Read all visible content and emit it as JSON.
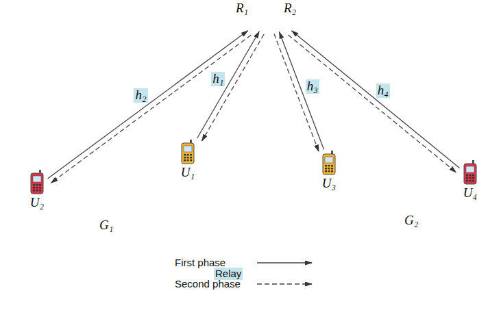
{
  "diagram": {
    "nodes": [
      {
        "text": [
          "R₁",
          "R₂"
        ]
      },
      {
        "text": [
          "G₁"
        ]
      },
      {
        "text": [
          "U₂"
        ],
        "in": 1
      },
      {
        "text": [
          "U₁"
        ],
        "in": 1
      },
      {
        "text": [
          "G₂"
        ]
      },
      {
        "text": [
          "U₃"
        ],
        "in": 4
      },
      {
        "text": [
          "U₄"
        ],
        "in": 4
      }
    ],
    "edges": [
      {
        "from": 3,
        "to": 0,
        "arrow": "to",
        "label": "h₁"
      },
      {
        "from": 0,
        "to": 3,
        "arrow": "to"
      },
      {
        "from": 2,
        "to": 0,
        "arrow": "to",
        "label": "h₂"
      },
      {
        "from": 0,
        "to": 2,
        "arrow": "to"
      },
      {
        "from": 5,
        "to": 0,
        "arrow": "to",
        "label": "h₃"
      },
      {
        "from": 0,
        "to": 5,
        "arrow": "to"
      },
      {
        "from": 6,
        "to": 0,
        "arrow": "to",
        "label": "h₄"
      },
      {
        "from": 0,
        "to": 6,
        "arrow": "to"
      }
    ],
    "labels": [
      "Relay"
    ],
    "legend": [
      {
        "text": "First phase"
      },
      {
        "text": "Second phase"
      }
    ]
  }
}
